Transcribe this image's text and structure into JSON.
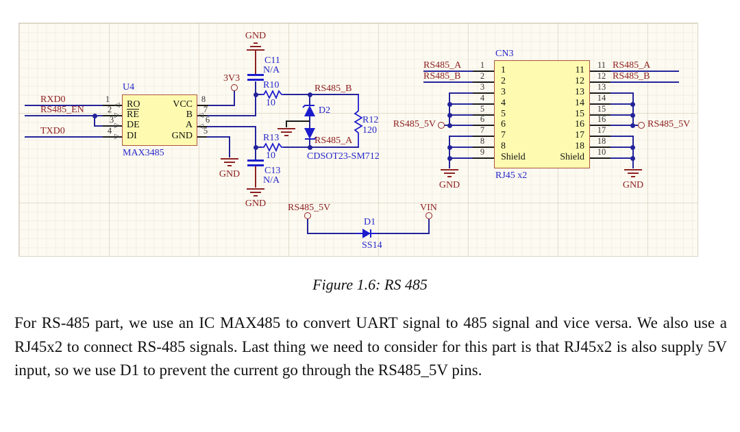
{
  "colors": {
    "wire": "#23239b",
    "component": "#1c1ccd",
    "net_label": "#8d2020",
    "designator": "#2626c9",
    "ic_fill": "#fefbb0",
    "ic_border": "#ab523c"
  },
  "schematic": {
    "u4": {
      "ref": "U4",
      "part": "MAX3485",
      "left": [
        {
          "num": "1",
          "name": "RO"
        },
        {
          "num": "2",
          "name": "RE"
        },
        {
          "num": "3",
          "name": "DE"
        },
        {
          "num": "4",
          "name": "DI"
        }
      ],
      "right": [
        {
          "num": "8",
          "name": "VCC"
        },
        {
          "num": "7",
          "name": "B"
        },
        {
          "num": "6",
          "name": "A"
        },
        {
          "num": "5",
          "name": "GND"
        }
      ]
    },
    "cn3": {
      "ref": "CN3",
      "part": "RJ45 x2",
      "left_nums": [
        "1",
        "2",
        "3",
        "4",
        "5",
        "6",
        "7",
        "8",
        "9"
      ],
      "left_names": [
        "1",
        "2",
        "3",
        "4",
        "5",
        "6",
        "7",
        "8",
        "Shield"
      ],
      "right_nums": [
        "11",
        "12",
        "13",
        "14",
        "15",
        "16",
        "17",
        "18",
        "10"
      ],
      "right_names": [
        "11",
        "12",
        "13",
        "14",
        "15",
        "16",
        "17",
        "18",
        "Shield"
      ]
    },
    "c11": {
      "ref": "C11",
      "val": "N/A"
    },
    "c13": {
      "ref": "C13",
      "val": "N/A"
    },
    "r10": {
      "ref": "R10",
      "val": "10"
    },
    "r13": {
      "ref": "R13",
      "val": "10"
    },
    "r12": {
      "ref": "R12",
      "val": "120"
    },
    "d2": {
      "ref": "D2",
      "part": "CDSOT23-SM712"
    },
    "d1": {
      "ref": "D1",
      "part": "SS14"
    },
    "nets": {
      "rxd0": "RXD0",
      "rs485_en": "RS485_EN",
      "txd0": "TXD0",
      "rs485_a": "RS485_A",
      "rs485_b": "RS485_B",
      "rs485_5v": "RS485_5V",
      "v33": "3V3",
      "vin": "VIN",
      "gnd": "GND"
    }
  },
  "caption": {
    "text": "Figure 1.6: RS 485"
  },
  "body_text": "For RS-485 part, we use an IC MAX485 to convert UART signal to 485 signal and vice versa. We also use a RJ45x2 to connect RS-485 signals. Last thing we need to consider for this part is that RJ45x2 is also supply 5V input, so we use D1 to prevent the current go through the RS485_5V pins."
}
